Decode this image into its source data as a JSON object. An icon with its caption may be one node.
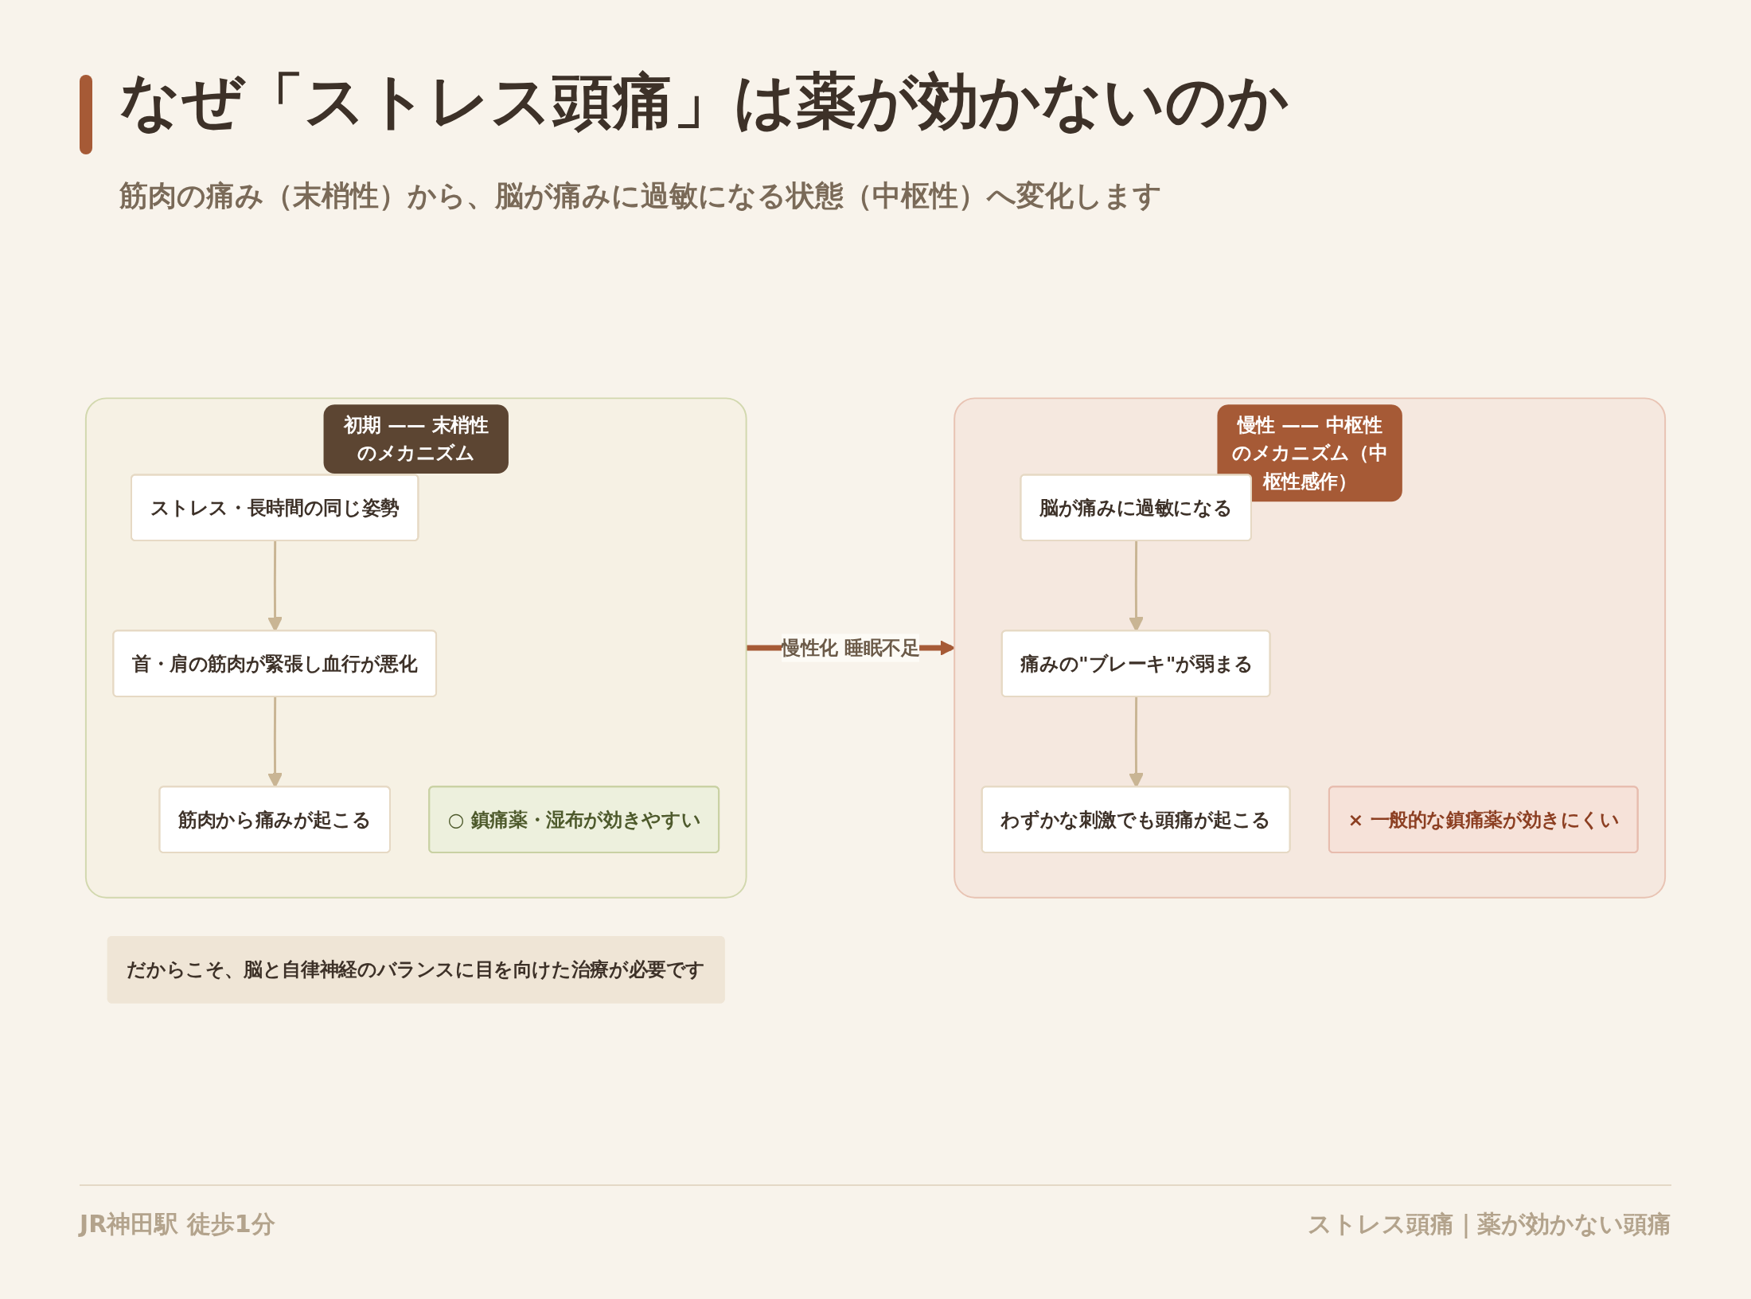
{
  "diagram": {
    "title": "なぜ「ストレス頭痛」は薬が効かないのか",
    "nodes": [
      {
        "text": [
          "初期 —— 末梢性のメカニズム"
        ]
      },
      {
        "text": [
          "ストレス・長時間の同じ姿勢"
        ],
        "in": 0
      },
      {
        "text": [
          "首・肩の筋肉が緊張し血行が悪化"
        ],
        "in": 0
      },
      {
        "text": [
          "筋肉から痛みが起こる"
        ],
        "in": 0
      },
      {
        "text": [
          "○ 鎮痛薬・湿布が効きやすい"
        ],
        "in": 0
      },
      {
        "text": [
          "慢性 —— 中枢性のメカニズム（中枢性感作）"
        ]
      },
      {
        "text": [
          "脳が痛みに過敏になる"
        ],
        "in": 5
      },
      {
        "text": [
          "痛みの\"ブレーキ\"が弱まる"
        ],
        "in": 5
      },
      {
        "text": [
          "わずかな刺激でも頭痛が起こる"
        ],
        "in": 5
      },
      {
        "text": [
          "× 一般的な鎮痛薬が効きにくい"
        ],
        "in": 5
      },
      {
        "text": [
          "だからこそ、脳と自律神経のバランスに目を向けた治療が必要です"
        ]
      }
    ],
    "edges": [
      {
        "from": 1,
        "to": 2,
        "arrow": "to"
      },
      {
        "from": 2,
        "to": 3,
        "arrow": "to"
      },
      {
        "from": 0,
        "to": 5,
        "arrow": "to",
        "label": "慢性化 睡眠不足",
        "style": "thick",
        "color": "#a65a36"
      },
      {
        "from": 6,
        "to": 7,
        "arrow": "to"
      },
      {
        "from": 7,
        "to": 8,
        "arrow": "to"
      }
    ],
    "labels": [
      "筋肉の痛み（末梢性）から、脳が痛みに過敏になる状態（中枢性）へ変化します",
      "JR神田駅 徒歩1分",
      "ストレス頭痛｜薬が効かない頭痛"
    ]
  }
}
